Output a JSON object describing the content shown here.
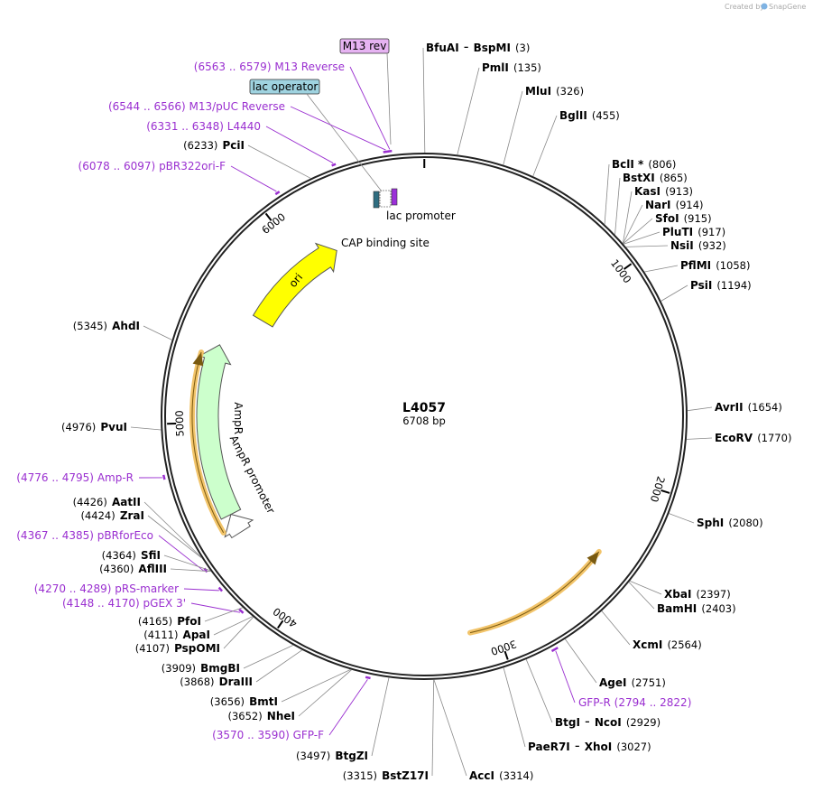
{
  "plasmid": {
    "name": "L4057",
    "size_label": "6708 bp",
    "length": 6708
  },
  "credit": {
    "text": "Created by",
    "brand": "SnapGene"
  },
  "ticks": [
    {
      "pos": 1,
      "label": ""
    },
    {
      "pos": 1000,
      "label": "1000"
    },
    {
      "pos": 2000,
      "label": "2000"
    },
    {
      "pos": 3000,
      "label": "3000"
    },
    {
      "pos": 4000,
      "label": "4000"
    },
    {
      "pos": 5000,
      "label": "5000"
    },
    {
      "pos": 6000,
      "label": "6000"
    }
  ],
  "enzymes": [
    {
      "name": "BfuAI",
      "name2": "BspMI",
      "pos": "(3)",
      "site": 3
    },
    {
      "name": "PmlI",
      "pos": "(135)",
      "site": 135
    },
    {
      "name": "MluI",
      "pos": "(326)",
      "site": 326
    },
    {
      "name": "BglII",
      "pos": "(455)",
      "site": 455
    },
    {
      "name": "BclI *",
      "pos": "(806)",
      "site": 806
    },
    {
      "name": "BstXI",
      "pos": "(865)",
      "site": 865
    },
    {
      "name": "KasI",
      "pos": "(913)",
      "site": 913
    },
    {
      "name": "NarI",
      "pos": "(914)",
      "site": 914
    },
    {
      "name": "SfoI",
      "pos": "(915)",
      "site": 915
    },
    {
      "name": "PluTI",
      "pos": "(917)",
      "site": 917
    },
    {
      "name": "NsiI",
      "pos": "(932)",
      "site": 932
    },
    {
      "name": "PflMI",
      "pos": "(1058)",
      "site": 1058
    },
    {
      "name": "PsiI",
      "pos": "(1194)",
      "site": 1194
    },
    {
      "name": "AvrII",
      "pos": "(1654)",
      "site": 1654
    },
    {
      "name": "EcoRV",
      "pos": "(1770)",
      "site": 1770
    },
    {
      "name": "SphI",
      "pos": "(2080)",
      "site": 2080
    },
    {
      "name": "XbaI",
      "pos": "(2397)",
      "site": 2397
    },
    {
      "name": "BamHI",
      "pos": "(2403)",
      "site": 2403
    },
    {
      "name": "XcmI",
      "pos": "(2564)",
      "site": 2564
    },
    {
      "name": "AgeI",
      "pos": "(2751)",
      "site": 2751
    },
    {
      "name": "BtgI",
      "name2": "NcoI",
      "pos": "(2929)",
      "site": 2929
    },
    {
      "name": "PaeR7I",
      "name2": "XhoI",
      "pos": "(3027)",
      "site": 3027
    },
    {
      "name": "AccI",
      "pos": "(3314)",
      "site": 3314
    },
    {
      "name": "BstZ17I",
      "pos": "(3315)",
      "site": 3315
    },
    {
      "name": "BtgZI",
      "pos": "(3497)",
      "site": 3497
    },
    {
      "name": "NheI",
      "pos": "(3652)",
      "site": 3652
    },
    {
      "name": "BmtI",
      "pos": "(3656)",
      "site": 3656
    },
    {
      "name": "DraIII",
      "pos": "(3868)",
      "site": 3868
    },
    {
      "name": "BmgBI",
      "pos": "(3909)",
      "site": 3909
    },
    {
      "name": "PspOMI",
      "pos": "(4107)",
      "site": 4107
    },
    {
      "name": "ApaI",
      "pos": "(4111)",
      "site": 4111
    },
    {
      "name": "PfoI",
      "pos": "(4165)",
      "site": 4165
    },
    {
      "name": "AflIII",
      "pos": "(4360)",
      "site": 4360
    },
    {
      "name": "SfiI",
      "pos": "(4364)",
      "site": 4364
    },
    {
      "name": "ZraI",
      "pos": "(4424)",
      "site": 4424
    },
    {
      "name": "AatII",
      "pos": "(4426)",
      "site": 4426
    },
    {
      "name": "PvuI",
      "pos": "(4976)",
      "site": 4976
    },
    {
      "name": "AhdI",
      "pos": "(5345)",
      "site": 5345
    },
    {
      "name": "PciI",
      "pos": "(6233)",
      "site": 6233
    }
  ],
  "primers": [
    {
      "name": "M13 rev",
      "boxed": true
    },
    {
      "name": "M13 Reverse",
      "range": "(6563 .. 6579)",
      "start": 6563,
      "end": 6579
    },
    {
      "name": "M13/pUC Reverse",
      "range": "(6544 .. 6566)",
      "start": 6544,
      "end": 6566
    },
    {
      "name": "L4440",
      "range": "(6331 .. 6348)",
      "start": 6331,
      "end": 6348
    },
    {
      "name": "pBR322ori-F",
      "range": "(6078 .. 6097)",
      "start": 6078,
      "end": 6097
    },
    {
      "name": "Amp-R",
      "range": "(4776 .. 4795)",
      "start": 4776,
      "end": 4795
    },
    {
      "name": "pBRforEco",
      "range": "(4367 .. 4385)",
      "start": 4367,
      "end": 4385
    },
    {
      "name": "pRS-marker",
      "range": "(4270 .. 4289)",
      "start": 4270,
      "end": 4289
    },
    {
      "name": "pGEX 3'",
      "range": "(4148 .. 4170)",
      "start": 4148,
      "end": 4170
    },
    {
      "name": "GFP-F",
      "range": "(3570 .. 3590)",
      "start": 3570,
      "end": 3590
    },
    {
      "name": "GFP-R",
      "range": "(2794 .. 2822)",
      "start": 2794,
      "end": 2822
    }
  ],
  "features": [
    {
      "name": "ori",
      "start": 5600,
      "end": 6190,
      "color": "#ffff00",
      "direction": "forward"
    },
    {
      "name": "AmpR",
      "start": 4530,
      "end": 5390,
      "color": "#ccffcc",
      "direction": "forward"
    },
    {
      "name": "AmpR promoter",
      "start": 4430,
      "end": 4530,
      "color": "#ffffff",
      "direction": "forward"
    },
    {
      "name": "lac operator",
      "color": "#9fd3e0",
      "boxed": true
    },
    {
      "name": "lac promoter",
      "color": "#9b30d8"
    },
    {
      "name": "CAP binding site",
      "color": "#2f6d80"
    }
  ],
  "orfs": [
    {
      "start": 4470,
      "end": 5330,
      "direction": "forward"
    },
    {
      "start": 2380,
      "end": 3130,
      "direction": "reverse"
    }
  ],
  "colors": {
    "primer": "#9a2fd0",
    "orf": "#f2c46a",
    "backbone": "#222222"
  }
}
